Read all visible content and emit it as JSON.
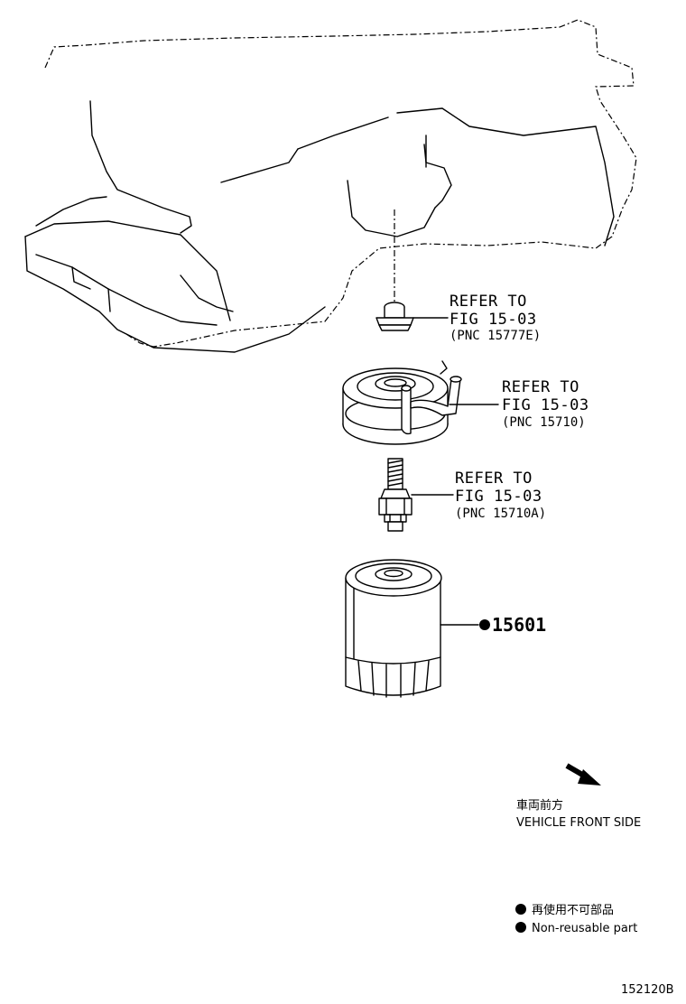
{
  "callouts": [
    {
      "line1": "REFER TO",
      "line2": "FIG 15-03",
      "pnc": "(PNC 15777E)"
    },
    {
      "line1": "REFER TO",
      "line2": "FIG 15-03",
      "pnc": "(PNC 15710)"
    },
    {
      "line1": "REFER TO",
      "line2": "FIG 15-03",
      "pnc": "(PNC 15710A)"
    }
  ],
  "part": {
    "number": "15601",
    "non_reusable": true
  },
  "direction": {
    "jp": "車両前方",
    "en": "VEHICLE FRONT SIDE"
  },
  "legend": {
    "jp": "再使用不可部品",
    "en": "Non-reusable part"
  },
  "figure_id": "152120B"
}
